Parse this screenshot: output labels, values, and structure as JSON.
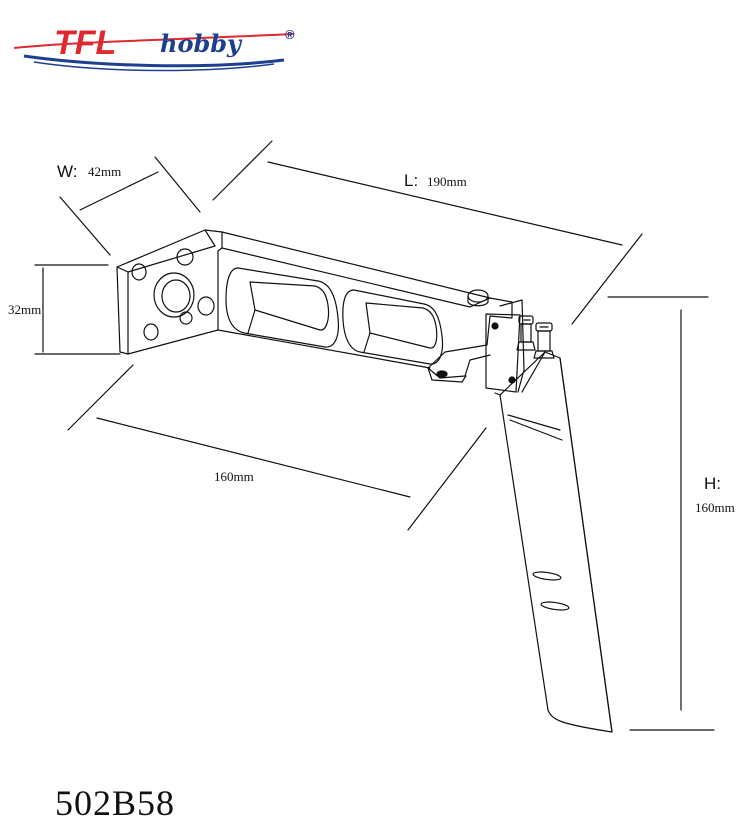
{
  "brand": {
    "logo_main": "TFL",
    "logo_sub": "hobby",
    "registered": "®",
    "colors": {
      "red": "#e0282f",
      "blue": "#1d3f8f"
    }
  },
  "dimensions": {
    "width": {
      "key": "W:",
      "value": "42mm"
    },
    "length": {
      "key": "L:",
      "value": "190mm"
    },
    "height": {
      "key": "H:",
      "value": "160mm"
    },
    "bracket_height": {
      "value": "32mm"
    },
    "base_length": {
      "value": "160mm"
    }
  },
  "part_number": "502B58"
}
